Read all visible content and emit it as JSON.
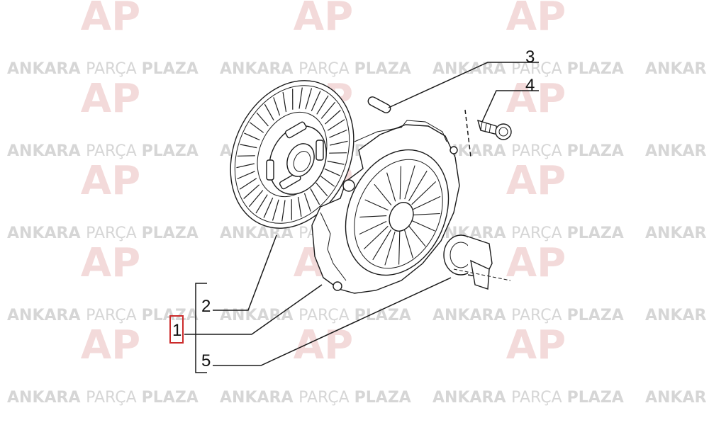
{
  "watermark": {
    "brand_bold_1": "ANKARA",
    "brand_light": "PARÇA",
    "brand_bold_2": "PLAZA",
    "tail": "ANKAR",
    "logo": "AP",
    "color": "#cfcfcf"
  },
  "callouts": {
    "c1": "1",
    "c2": "2",
    "c3": "3",
    "c4": "4",
    "c5": "5"
  },
  "highlight_color": "#cc2b2b"
}
